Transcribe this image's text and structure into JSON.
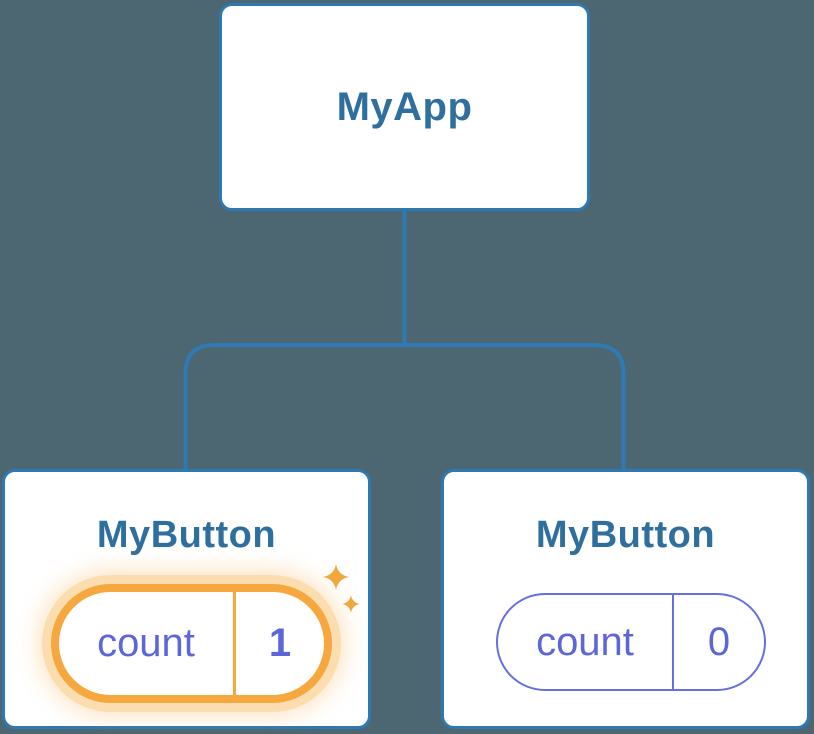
{
  "diagram": {
    "description": "React component tree with state",
    "root": {
      "label": "MyApp"
    },
    "children": [
      {
        "label": "MyButton",
        "state": {
          "key": "count",
          "value": "1",
          "highlighted": true
        }
      },
      {
        "label": "MyButton",
        "state": {
          "key": "count",
          "value": "0",
          "highlighted": false
        }
      }
    ]
  },
  "icons": {
    "sparkles": "sparkles-icon"
  },
  "colors": {
    "background": "#4C6771",
    "card_bg": "#FFFFFF",
    "connector": "#2E7AB5",
    "card_border": "#2E79B2",
    "title_text": "#2F6F9E",
    "state_text": "#5D66D8",
    "state_border": "#6570DF",
    "highlight_orange": "#F6A83F",
    "highlight_glow": "#FBDDB0",
    "sparkle": "#F2A63E"
  }
}
